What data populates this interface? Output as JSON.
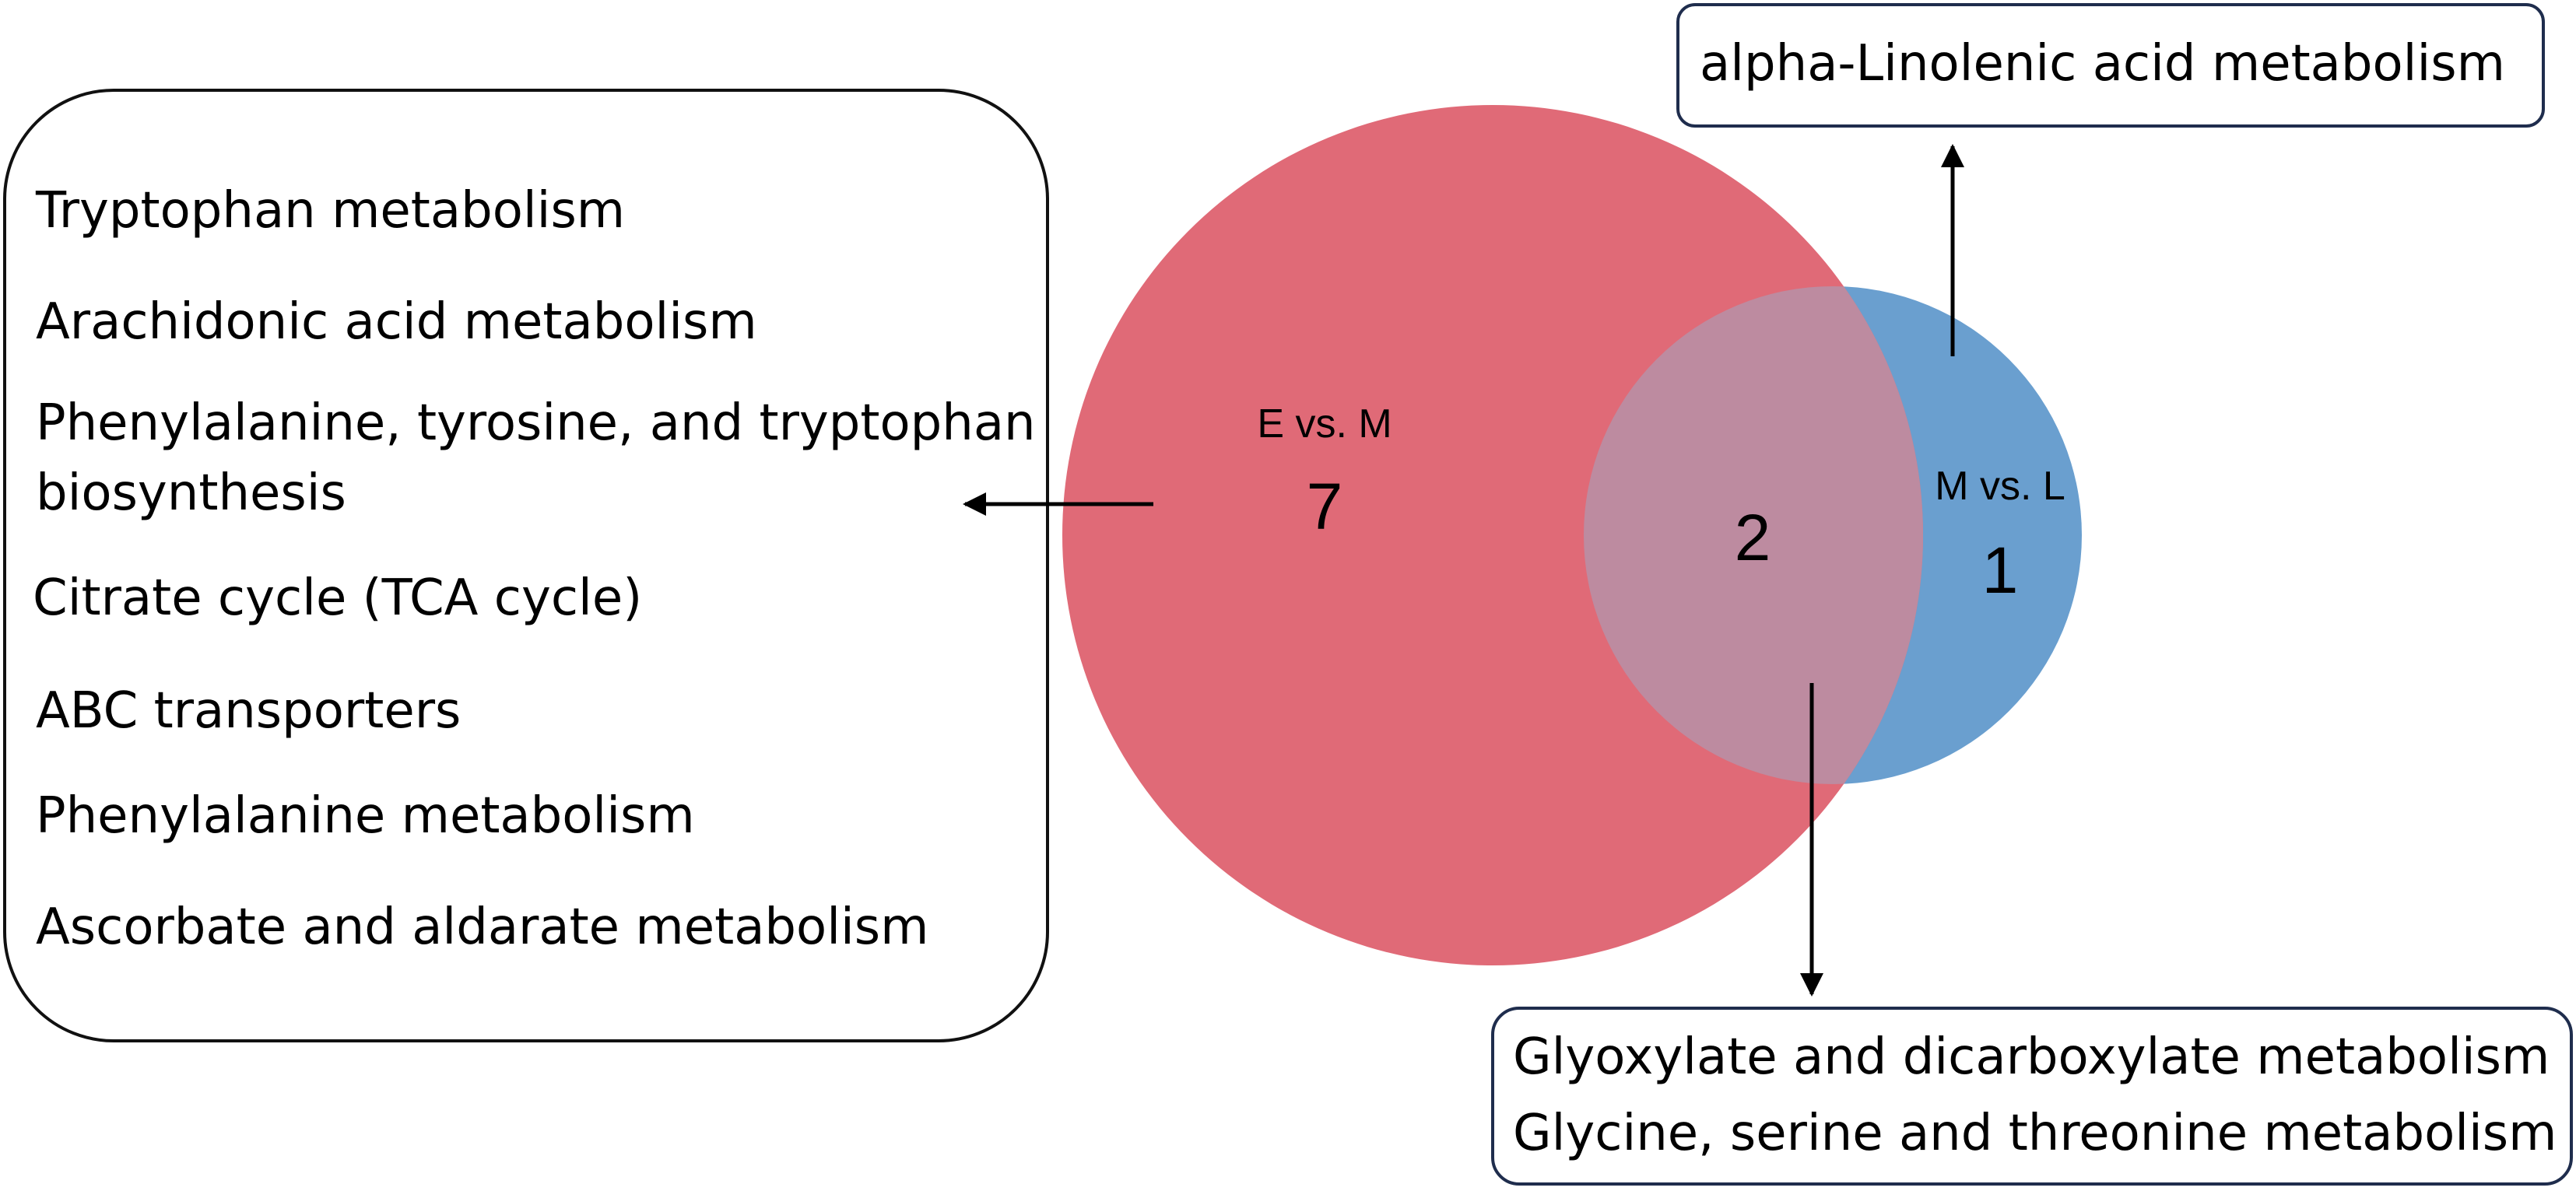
{
  "venn": {
    "left_set": {
      "label": "E vs. M",
      "count": "7",
      "color": "#e06a77"
    },
    "right_set": {
      "label": "M vs. L",
      "count": "1",
      "color": "#6a9fcf"
    },
    "intersection": {
      "count": "2",
      "color": "#bd8ba0"
    }
  },
  "left_box": {
    "items": [
      "Tryptophan metabolism",
      "Arachidonic acid metabolism",
      "Phenylalanine, tyrosine, and tryptophan",
      "biosynthesis",
      "Citrate cycle (TCA cycle)",
      "ABC transporters",
      "Phenylalanine metabolism",
      "Ascorbate and aldarate metabolism"
    ]
  },
  "top_box": {
    "items": [
      "alpha-Linolenic acid metabolism"
    ]
  },
  "bottom_box": {
    "items": [
      "Glyoxylate and dicarboxylate metabolism",
      "Glycine, serine and threonine metabolism"
    ]
  },
  "colors": {
    "box_border_left": "#111111",
    "box_border_right": "#1f2d4d",
    "arrow": "#000000"
  }
}
